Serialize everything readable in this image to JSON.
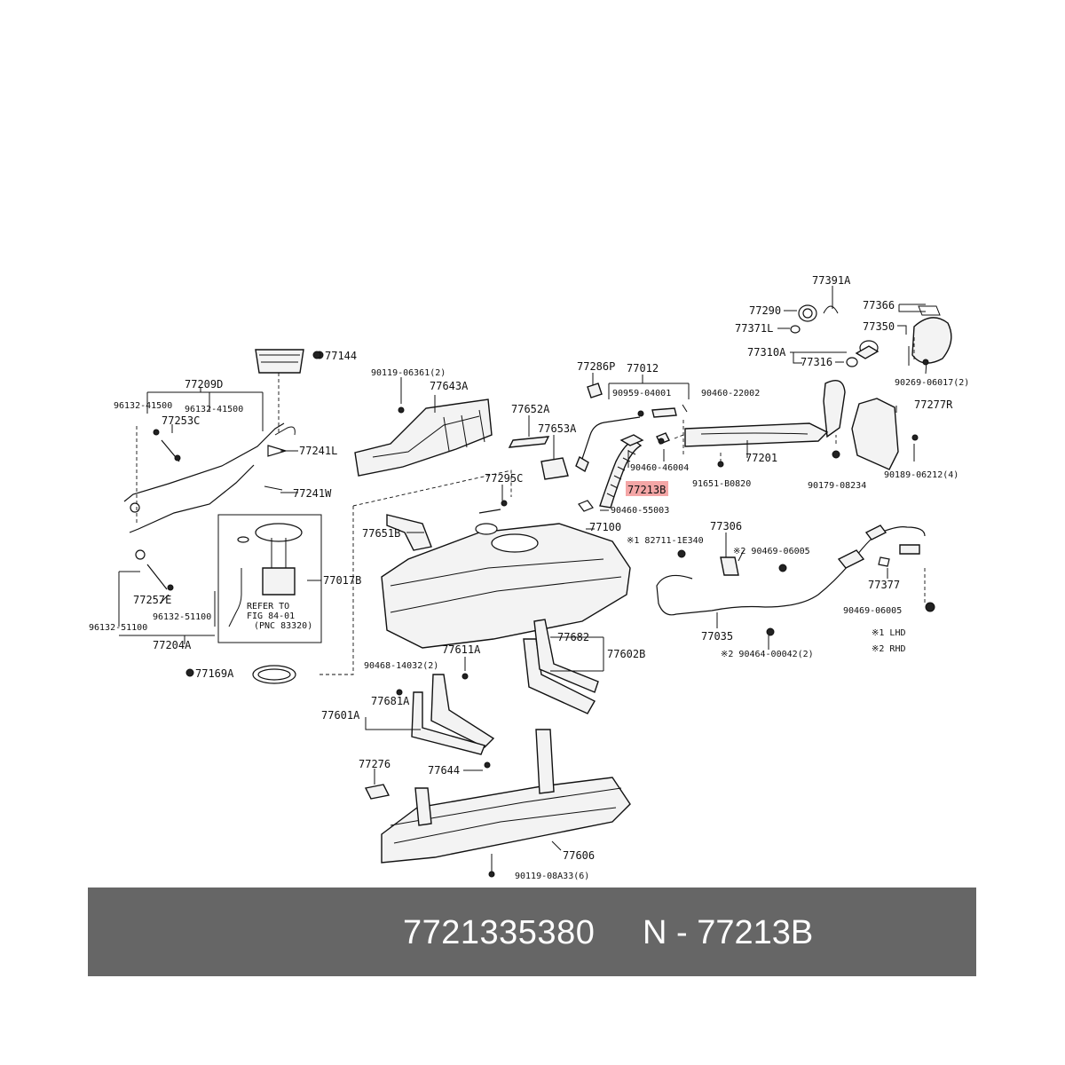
{
  "labels": {
    "l77391A": "77391A",
    "l77366": "77366",
    "l77290": "77290",
    "l77350": "77350",
    "l77371L": "77371L",
    "l77310A": "77310A",
    "l77316": "77316",
    "l90269": "90269-06017(2)",
    "l77277R": "77277R",
    "l90189": "90189-06212(4)",
    "l90179": "90179-08234",
    "l77201": "77201",
    "l77012": "77012",
    "l77286P": "77286P",
    "l90959": "90959-04001",
    "l90460_22002": "90460-22002",
    "l90460_46004": "90460-46004",
    "l91651": "91651-B0820",
    "l77213B": "77213B",
    "l90460_55003": "90460-55003",
    "l77652A": "77652A",
    "l77653A": "77653A",
    "l77643A": "77643A",
    "l90119_06361": "90119-06361(2)",
    "l77144": "77144",
    "l77209D": "77209D",
    "l96132_41500a": "96132-41500",
    "l96132_41500b": "96132-41500",
    "l77253C": "77253C",
    "l77241L": "77241L",
    "l77241W": "77241W",
    "l77017B": "77017B",
    "l77257E": "77257E",
    "l96132_51100a": "96132-51100",
    "l96132_51100b": "96132-51100",
    "l77204A": "77204A",
    "l77169A": "77169A",
    "l77295C": "77295C",
    "l77651B": "77651B",
    "l77100": "77100",
    "l77306": "77306",
    "l82711": "※1 82711-1E340",
    "l90469_06005a": "※2 90469-06005",
    "l77377": "77377",
    "l90469_06005b": "90469-06005",
    "l77035": "77035",
    "l90464": "※2 90464-00042(2)",
    "lnote1": "※1 LHD",
    "lnote2": "※2 RHD",
    "l90468": "90468-14032(2)",
    "l77611A": "77611A",
    "l77682": "77682",
    "l77602B": "77602B",
    "l77601A": "77601A",
    "l77681A": "77681A",
    "l77276": "77276",
    "l77644": "77644",
    "l77606": "77606",
    "l90119_08A33": "90119-08A33(6)",
    "lrefer1": "REFER TO",
    "lrefer2": "FIG 84-01",
    "lrefer3": "(PNC 83320)"
  },
  "footer": {
    "part_number": "7721335380",
    "reference": "N - 77213B"
  },
  "colors": {
    "highlight": "#f4a6a6",
    "footer_bg": "#666666",
    "footer_text": "#ffffff"
  }
}
